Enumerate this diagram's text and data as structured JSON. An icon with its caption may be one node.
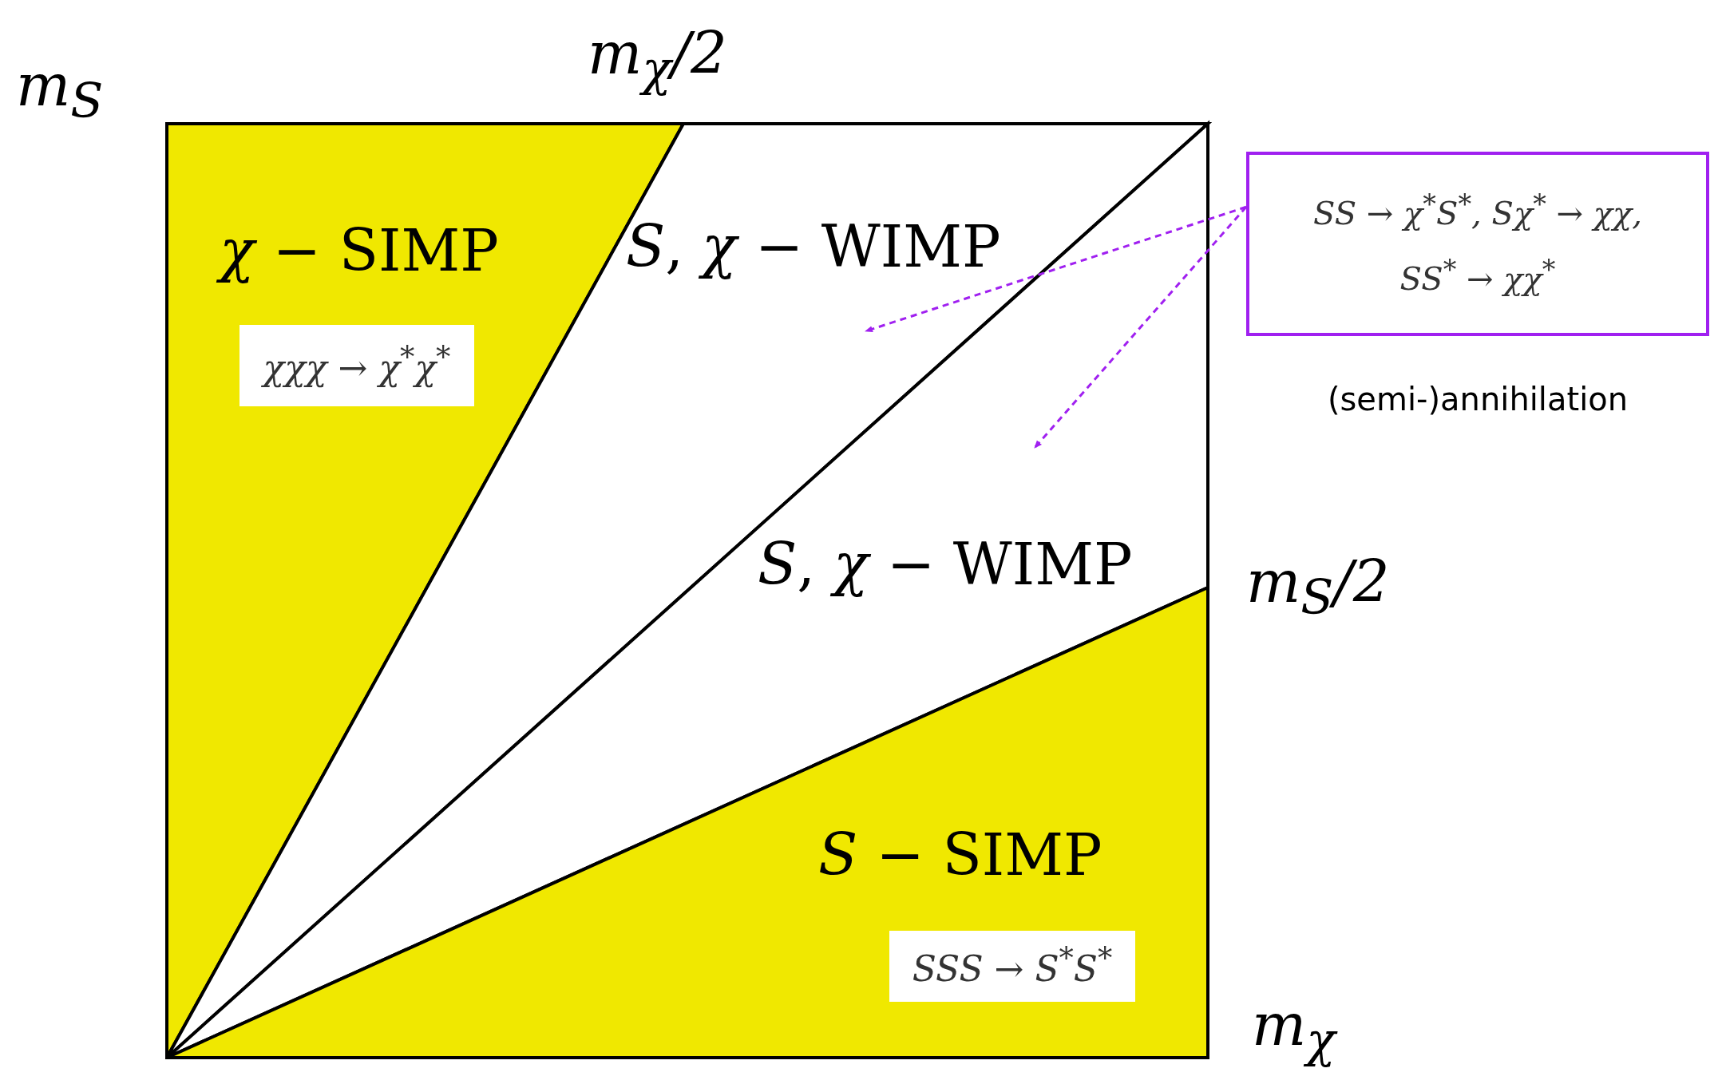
{
  "diagram": {
    "nodes": [
      {
        "text": [
          "*χ* − SIMP"
        ]
      },
      {
        "text": [
          "χχχ → χ$^{*}$χ$^{*}$"
        ],
        "in": 0
      },
      {
        "text": [
          "*S*, *χ* − WIMP"
        ]
      },
      {
        "text": [
          "*S*, *χ* − WIMP"
        ]
      },
      {
        "text": [
          "*S* − SIMP"
        ]
      },
      {
        "text": [
          "SSS → S$^{*}$S$^{*}$"
        ],
        "in": 4
      },
      {
        "text": [
          "SS → χ$^{*}$S$^{*}$, Sχ$^{*}$ → χχ,",
          "SS$^{*}$ → χχ$^{*}$"
        ]
      }
    ],
    "edges": [
      {
        "from": 6,
        "to": 2,
        "arrow": "to",
        "style": "dashed",
        "color": "#a020f0"
      },
      {
        "from": 6,
        "to": 3,
        "arrow": "to",
        "style": "dashed",
        "color": "#a020f0"
      }
    ],
    "labels": [
      "m$_{S}$",
      "m$_{χ}$/2",
      "(semi-)annihilation",
      "m$_{S}$/2",
      "m$_{χ}$"
    ]
  }
}
